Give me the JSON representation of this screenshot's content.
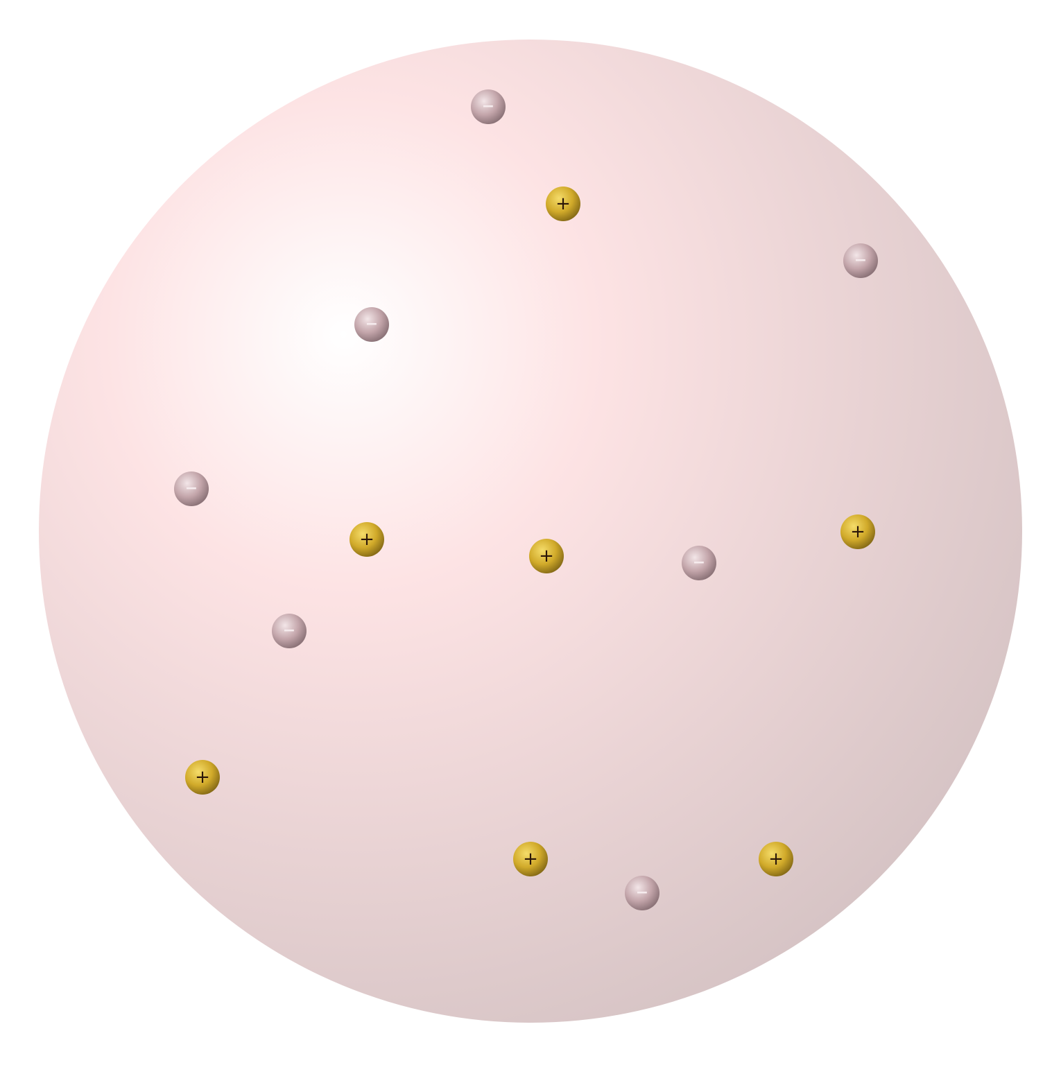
{
  "diagram": {
    "sphere_colors": {
      "highlight": "#ffffff",
      "mid": "#fde3e4",
      "edge": "#d4c2c3"
    },
    "positive_charge": {
      "symbol": "+",
      "colors": {
        "light": "#f5dc6a",
        "mid": "#d1aa2a",
        "dark": "#7e6414"
      },
      "symbol_color": "#2b1608"
    },
    "negative_charge": {
      "symbol": "−",
      "colors": {
        "light": "#f3e6e8",
        "mid": "#c3a5aa",
        "dark": "#846c71"
      },
      "symbol_color": "#f6ecee"
    },
    "charges": [
      {
        "type": "negative"
      },
      {
        "type": "positive"
      },
      {
        "type": "negative"
      },
      {
        "type": "negative"
      },
      {
        "type": "negative"
      },
      {
        "type": "positive"
      },
      {
        "type": "positive"
      },
      {
        "type": "negative"
      },
      {
        "type": "positive"
      },
      {
        "type": "negative"
      },
      {
        "type": "positive"
      },
      {
        "type": "positive"
      },
      {
        "type": "negative"
      },
      {
        "type": "positive"
      }
    ]
  }
}
